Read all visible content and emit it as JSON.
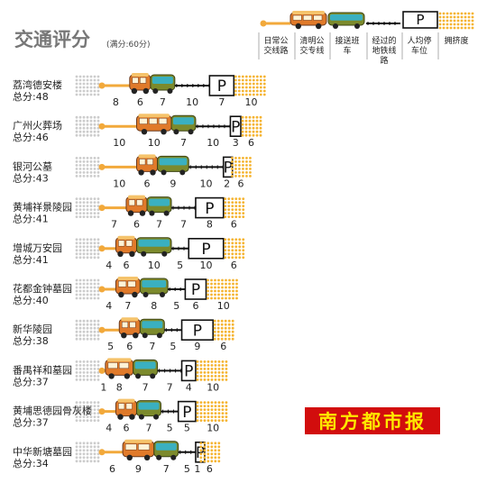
{
  "chart_data": {
    "type": "bar",
    "title": "交通评分",
    "subtitle": "(满分:60分)",
    "legend": [
      "日常公交线路",
      "清明公交专线",
      "接送班车",
      "经过的地铁线路",
      "人均停车位",
      "拥挤度"
    ],
    "score_prefix": "总分:",
    "stacked": true,
    "components": [
      "日常公交线路",
      "清明公交专线",
      "接送班车",
      "经过的地铁线路",
      "人均停车位",
      "拥挤度"
    ],
    "categories": [
      {
        "name": "荔湾德安楼",
        "total": 48,
        "values": [
          8,
          6,
          7,
          10,
          7,
          10
        ]
      },
      {
        "name": "广州火葬场",
        "total": 46,
        "values": [
          10,
          10,
          7,
          10,
          3,
          6
        ]
      },
      {
        "name": "银河公墓",
        "total": 43,
        "values": [
          10,
          6,
          9,
          10,
          2,
          6
        ]
      },
      {
        "name": "黄埔祥景陵园",
        "total": 41,
        "values": [
          7,
          6,
          7,
          7,
          8,
          6
        ]
      },
      {
        "name": "增城万安园",
        "total": 41,
        "values": [
          4,
          6,
          10,
          5,
          10,
          6
        ]
      },
      {
        "name": "花都金钟墓园",
        "total": 40,
        "values": [
          4,
          7,
          8,
          5,
          6,
          10
        ]
      },
      {
        "name": "新华陵园",
        "total": 38,
        "values": [
          5,
          6,
          7,
          5,
          9,
          6
        ]
      },
      {
        "name": "番禺祥和墓园",
        "total": 37,
        "values": [
          1,
          8,
          7,
          7,
          4,
          10
        ]
      },
      {
        "name": "黄埔思德园骨灰楼",
        "total": 37,
        "values": [
          4,
          6,
          7,
          5,
          5,
          10
        ]
      },
      {
        "name": "中华新塘墓园",
        "total": 34,
        "values": [
          6,
          9,
          7,
          5,
          1,
          6
        ]
      }
    ]
  },
  "watermark": "南方都市报",
  "colors": {
    "line": "#f2a93b",
    "bus_body": "#e07a2a",
    "bus_roof": "#f5c36b",
    "bus_dark": "#6b3a1e",
    "tram_body": "#7c8a2c",
    "tram_roof": "#3ab0c0",
    "track": "#111111",
    "parking": "#111111",
    "dots": "#f5b431",
    "grey_dots": "#cccccc",
    "watermark_bg": "#d20d0d",
    "watermark_text": "#ffe800",
    "text": "#222222"
  }
}
